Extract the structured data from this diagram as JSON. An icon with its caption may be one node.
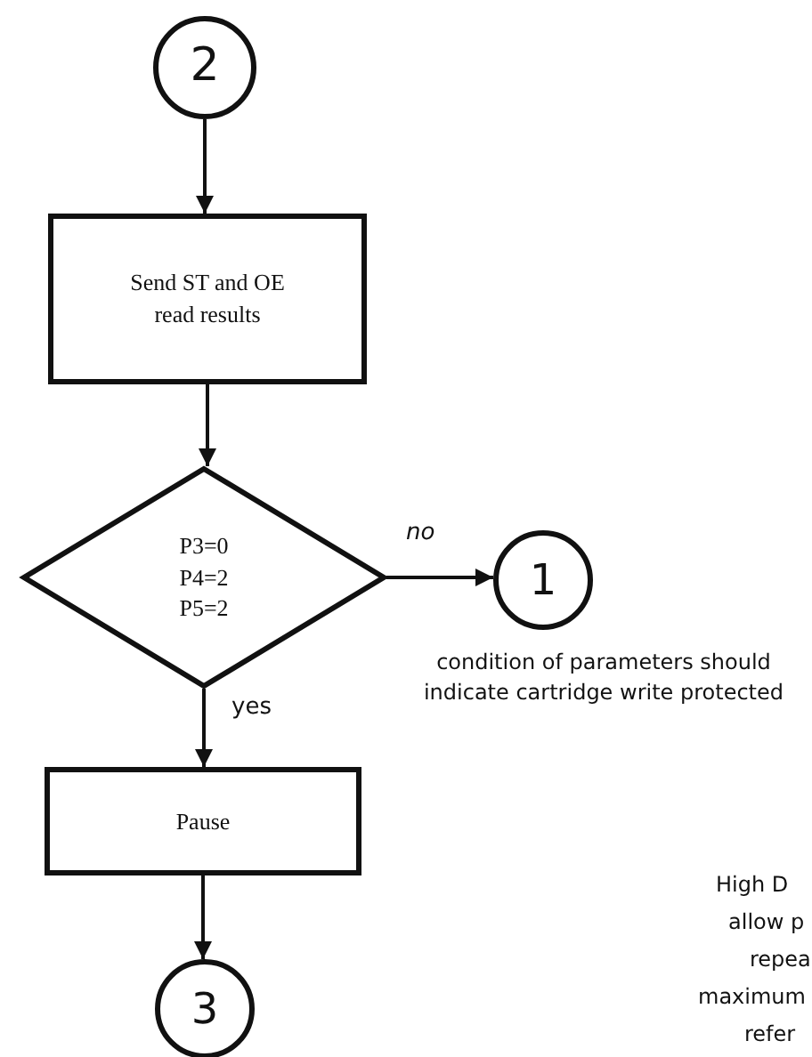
{
  "diagram": {
    "nodes": [
      {
        "text": [
          "2"
        ]
      },
      {
        "text": [
          "Send ST and OE read results"
        ]
      },
      {
        "text": [
          "P3=0 P4=2 P5=2"
        ]
      },
      {
        "text": [
          "1"
        ]
      },
      {
        "text": [
          "Pause"
        ]
      },
      {
        "text": [
          "3"
        ]
      }
    ],
    "edges": [
      {
        "from": 0,
        "to": 1,
        "arrow": "to"
      },
      {
        "from": 1,
        "to": 2,
        "arrow": "to"
      },
      {
        "from": 2,
        "to": 3,
        "arrow": "to",
        "label": "no"
      },
      {
        "from": 2,
        "to": 4,
        "arrow": "to",
        "label": "yes"
      },
      {
        "from": 4,
        "to": 5,
        "arrow": "to"
      }
    ],
    "labels": [
      "condition of parameters should indicate cartridge write protected",
      "High D",
      "allow p",
      "repea",
      "maximum",
      "refer"
    ]
  }
}
